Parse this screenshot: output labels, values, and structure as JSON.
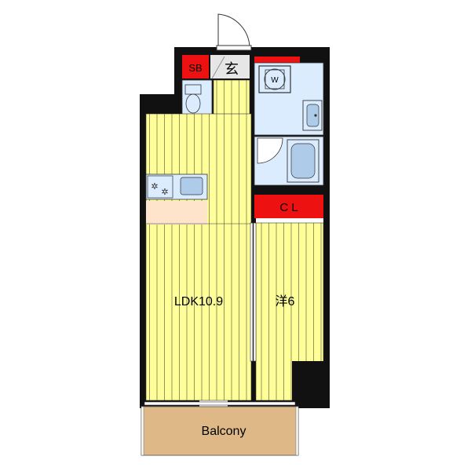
{
  "rooms": {
    "ldk": "LDK10.9",
    "western": "洋6",
    "entrance": "玄",
    "shoe_box": "SB",
    "closet": "C L",
    "balcony": "Balcony",
    "washer": "W"
  },
  "colors": {
    "wall": "#111111",
    "floor_wood": "#ffff99",
    "floor_stripe": "#8a8a55",
    "wet_area": "#dcecff",
    "entrance_floor": "#e6e6e6",
    "storage_red": "#ee1111",
    "kitchen_counter": "#ffe4cc",
    "balcony": "#deb887",
    "fixture": "#aeccea"
  }
}
